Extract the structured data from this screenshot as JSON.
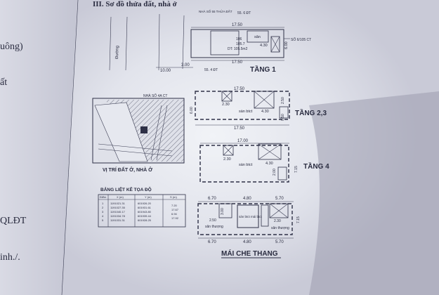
{
  "header": {
    "section_title": "III. Sơ đồ thửa đất, nhà ở"
  },
  "left_margin": [
    "uông)",
    "ất",
    "QLĐT",
    "inh./."
  ],
  "floor1": {
    "label": "TẦNG 1",
    "top_dim": "17.50",
    "bottom_dim": "17.50",
    "neighbor_top_left": "NHÀ SỐ 55 THỬA ĐẤT",
    "neighbor_top_right": "55. 6 ĐT",
    "neighbor_right": "SỐ 6/105 CT",
    "neighbor_bottom": "55. 4 ĐT",
    "road": "Đường",
    "area_text": "DT: 105.5m2",
    "room_label": "sân",
    "width_mid": "4.30",
    "left_dims": [
      "3.00",
      "10.00"
    ],
    "right_dim": "6.00",
    "inner": [
      "106",
      "105.7"
    ]
  },
  "floor23": {
    "label": "TẦNG 2,3",
    "top_dim": "17.50",
    "bottom_dim": "17.50",
    "room_label": "sàn btct",
    "dims": [
      "2.30",
      "4.30"
    ],
    "side_dims": [
      "6.00",
      "2.50",
      "0.50"
    ]
  },
  "floor4": {
    "label": "TẦNG 4",
    "top_dim": "17.00",
    "room_label": "sàn btct",
    "dims": [
      "2.30",
      "4.30"
    ],
    "side_dims": [
      "2.00",
      "7.15"
    ]
  },
  "roof": {
    "label": "MÁI CHE THANG",
    "top_dims": [
      "6.70",
      "4.80",
      "5.70"
    ],
    "bottom_dims": [
      "6.70",
      "4.80",
      "5.70"
    ],
    "rooms": [
      "sân thượng",
      "sàn btct mái btct",
      "sân thượng"
    ],
    "side_dims": [
      "3.00",
      "2.50",
      "2.30",
      "7.15"
    ]
  },
  "location": {
    "title": "VỊ TRÍ ĐẤT Ở, NHÀ Ở",
    "note": "NHÀ SỐ 4A CT"
  },
  "coord_table": {
    "title": "BẢNG LIỆT KÊ TỌA ĐỘ",
    "headers": [
      "Điểm",
      "X (m)",
      "Y (m)",
      "S (m)"
    ],
    "rows": [
      [
        "1",
        "1191021.31",
        "601926.20",
        "7.20"
      ],
      [
        "2",
        "1191027.35",
        "601931.61",
        "17.67"
      ],
      [
        "3",
        "1191040.17",
        "601943.80",
        "6.94"
      ],
      [
        "4",
        "1191034.78",
        "601939.44",
        "17.92"
      ],
      [
        "5",
        "1191031.31",
        "601928.25",
        ""
      ]
    ]
  }
}
